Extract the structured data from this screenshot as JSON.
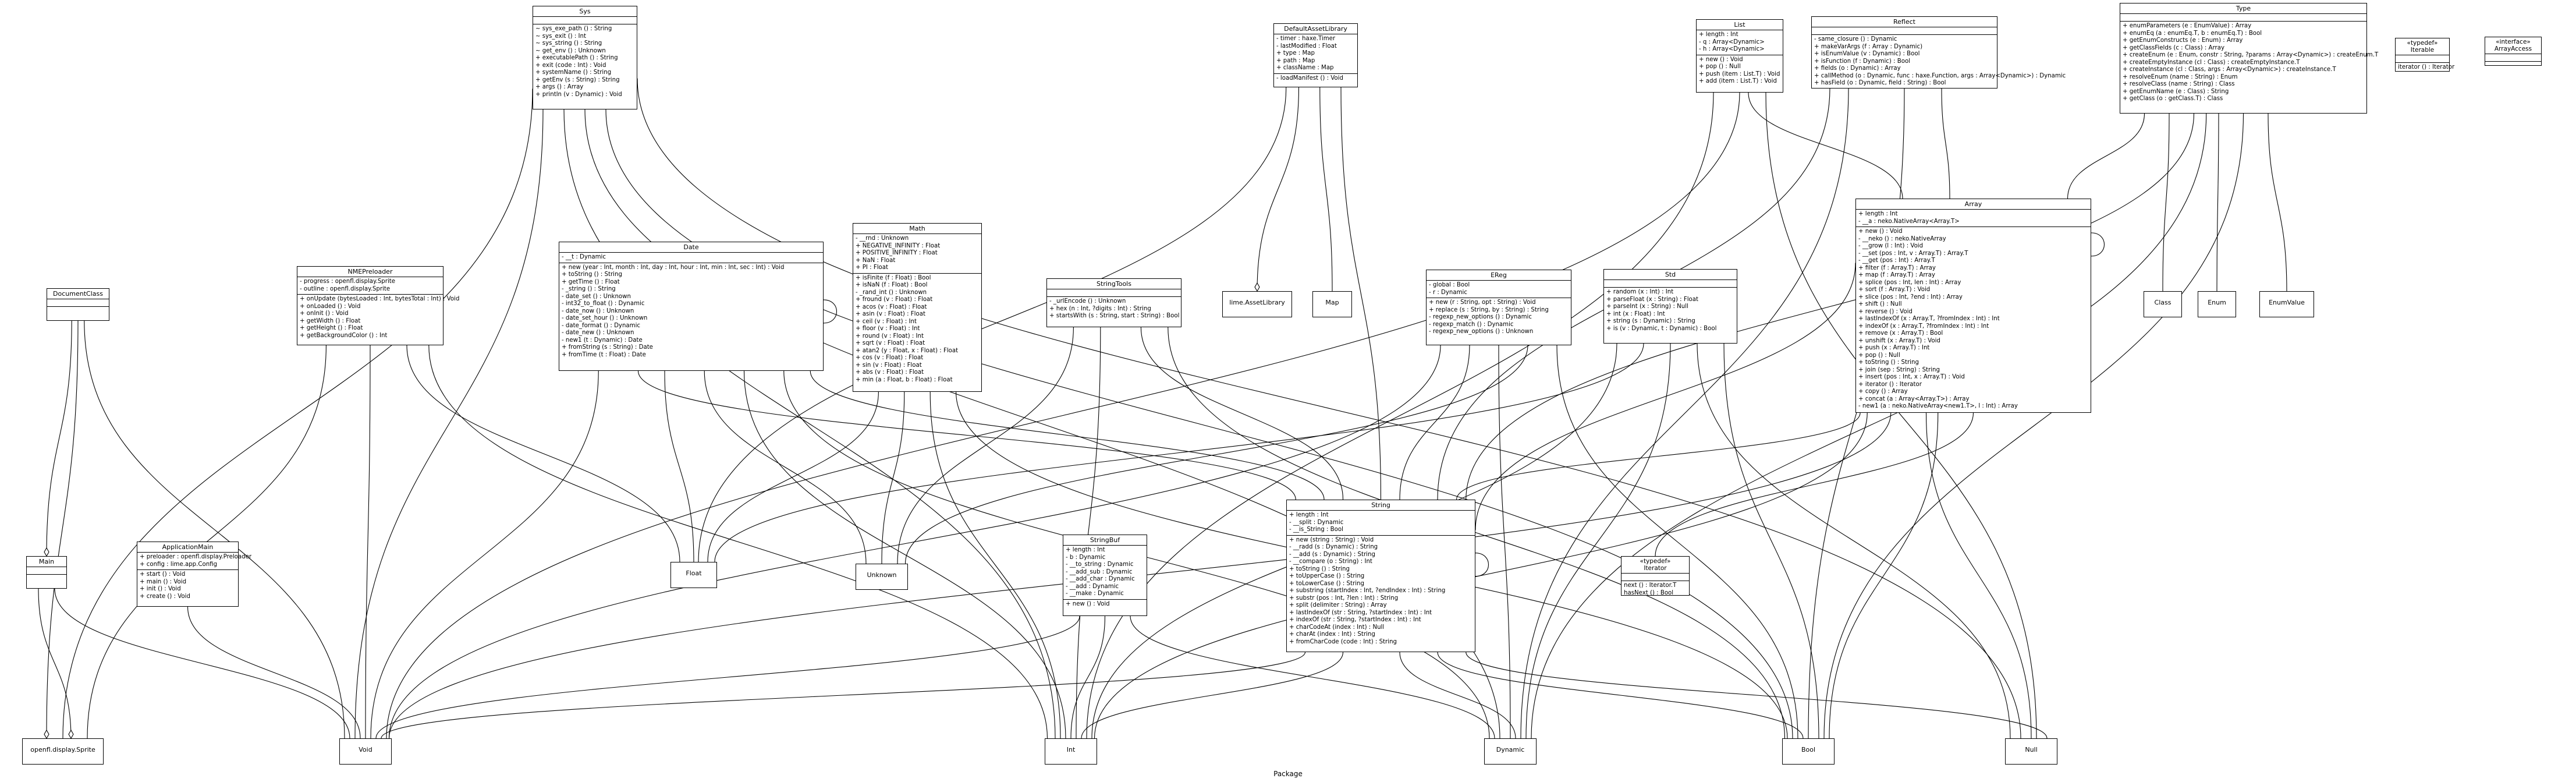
{
  "package": "Package",
  "classes": {
    "sys": {
      "name": "Sys",
      "attrs": [],
      "ops": [
        "~ sys_exe_path () : String",
        "~ sys_exit () : Int",
        "~ sys_string () : String",
        "~ get_env () : Unknown",
        "+ executablePath () : String",
        "+ exit (code : Int) : Void",
        "+ systemName () : String",
        "+ getEnv (s : String) : String",
        "+ args () : Array",
        "+ println (v : Dynamic) : Void"
      ]
    },
    "defaultassetlibrary": {
      "name": "DefaultAssetLibrary",
      "attrs": [
        "- timer : haxe.Timer",
        "- lastModified : Float",
        "+ type : Map",
        "+ path : Map",
        "+ className : Map"
      ],
      "ops": [
        "- loadManifest () : Void"
      ]
    },
    "list": {
      "name": "List",
      "attrs": [
        "+ length : Int",
        "- q : Array<Dynamic>",
        "- h : Array<Dynamic>"
      ],
      "ops": [
        "+ new () : Void",
        "+ pop () : Null",
        "+ push (item : List.T) : Void",
        "+ add (item : List.T) : Void"
      ]
    },
    "reflect": {
      "name": "Reflect",
      "attrs": [],
      "ops": [
        "- same_closure () : Dynamic",
        "+ makeVarArgs (f : Array : Dynamic)",
        "+ isEnumValue (v : Dynamic) : Bool",
        "+ isFunction (f : Dynamic) : Bool",
        "+ fields (o : Dynamic) : Array",
        "+ callMethod (o : Dynamic, func : haxe.Function, args : Array<Dynamic>) : Dynamic",
        "+ hasField (o : Dynamic, field : String) : Bool"
      ]
    },
    "type": {
      "name": "Type",
      "attrs": [],
      "ops": [
        "+ enumParameters (e : EnumValue) : Array",
        "+ enumEq (a : enumEq.T, b : enumEq.T) : Bool",
        "+ getEnumConstructs (e : Enum) : Array",
        "+ getClassFields (c : Class) : Array",
        "+ createEnum (e : Enum, constr : String, ?params : Array<Dynamic>) : createEnum.T",
        "+ createEmptyInstance (cl : Class) : createEmptyInstance.T",
        "+ createInstance (cl : Class, args : Array<Dynamic>) : createInstance.T",
        "+ resolveEnum (name : String) : Enum",
        "+ resolveClass (name : String) : Class",
        "+ getEnumName (e : Class) : String",
        "+ getClass (o : getClass.T) : Class"
      ]
    },
    "iterable": {
      "name": "Iterable",
      "stereo": "«typedef»",
      "attrs": [],
      "ops": [
        "iterator () : Iterator"
      ]
    },
    "arrayaccess": {
      "name": "ArrayAccess",
      "stereo": "«interface»",
      "attrs": [],
      "ops": []
    },
    "nmepreloader": {
      "name": "NMEPreloader",
      "attrs": [
        "- progress : openfl.display.Sprite",
        "- outline : openfl.display.Sprite"
      ],
      "ops": [
        "+ onUpdate (bytesLoaded : Int, bytesTotal : Int) : Void",
        "+ onLoaded () : Void",
        "+ onInit () : Void",
        "+ getWidth () : Float",
        "+ getHeight () : Float",
        "+ getBackgroundColor () : Int"
      ]
    },
    "date": {
      "name": "Date",
      "attrs": [
        "- __t : Dynamic"
      ],
      "ops": [
        "+ new (year : Int, month : Int, day : Int, hour : Int, min : Int, sec : Int) : Void",
        "+ toString () : String",
        "+ getTime () : Float",
        "- _string () : String",
        "- date_set () : Unknown",
        "- int32_to_float () : Dynamic",
        "- date_now () : Unknown",
        "- date_set_hour () : Unknown",
        "- date_format () : Dynamic",
        "- date_new () : Unknown",
        "- new1 (t : Dynamic) : Date",
        "+ fromString (s : String) : Date",
        "+ fromTime (t : Float) : Date"
      ]
    },
    "math": {
      "name": "Math",
      "attrs": [
        "- __rnd : Unknown",
        "+ NEGATIVE_INFINITY : Float",
        "+ POSITIVE_INFINITY : Float",
        "+ NaN : Float",
        "+ PI : Float"
      ],
      "ops": [
        "+ isFinite (f : Float) : Bool",
        "+ isNaN (f : Float) : Bool",
        "- _rand_int () : Unknown",
        "+ fround (v : Float) : Float",
        "+ acos (v : Float) : Float",
        "+ asin (v : Float) : Float",
        "+ ceil (v : Float) : Int",
        "+ floor (v : Float) : Int",
        "+ round (v : Float) : Int",
        "+ sqrt (v : Float) : Float",
        "+ atan2 (y : Float, x : Float) : Float",
        "+ cos (v : Float) : Float",
        "+ sin (v : Float) : Float",
        "+ abs (v : Float) : Float",
        "+ min (a : Float, b : Float) : Float"
      ]
    },
    "stringtools": {
      "name": "StringTools",
      "attrs": [],
      "ops": [
        "- _urlEncode () : Unknown",
        "+ hex (n : Int, ?digits : Int) : String",
        "+ startsWith (s : String, start : String) : Bool"
      ]
    },
    "ereg": {
      "name": "EReg",
      "attrs": [
        "- global : Bool",
        "- r : Dynamic"
      ],
      "ops": [
        "+ new (r : String, opt : String) : Void",
        "+ replace (s : String, by : String) : String",
        "- regexp_new_options () : Dynamic",
        "- regexp_match () : Dynamic",
        "- regexp_new_options () : Unknown"
      ]
    },
    "std": {
      "name": "Std",
      "attrs": [],
      "ops": [
        "+ random (x : Int) : Int",
        "+ parseFloat (x : String) : Float",
        "+ parseInt (x : String) : Null",
        "+ int (x : Float) : Int",
        "+ string (s : Dynamic) : String",
        "+ is (v : Dynamic, t : Dynamic) : Bool"
      ]
    },
    "array": {
      "name": "Array",
      "attrs": [
        "+ length : Int",
        "- __a : neko.NativeArray<Array.T>"
      ],
      "ops": [
        "+ new () : Void",
        "- __neko () : neko.NativeArray",
        "- __grow (l : Int) : Void",
        "- __set (pos : Int, v : Array.T) : Array.T",
        "- __get (pos : Int) : Array.T",
        "+ filter (f : Array.T) : Array",
        "+ map (f : Array.T) : Array",
        "+ splice (pos : Int, len : Int) : Array",
        "+ sort (f : Array.T) : Void",
        "+ slice (pos : Int, ?end : Int) : Array",
        "+ shift () : Null",
        "+ reverse () : Void",
        "+ lastIndexOf (x : Array.T, ?fromIndex : Int) : Int",
        "+ indexOf (x : Array.T, ?fromIndex : Int) : Int",
        "+ remove (x : Array.T) : Bool",
        "+ unshift (x : Array.T) : Void",
        "+ push (x : Array.T) : Int",
        "+ pop () : Null",
        "+ toString () : String",
        "+ join (sep : String) : String",
        "+ insert (pos : Int, x : Array.T) : Void",
        "+ iterator () : Iterator",
        "+ copy () : Array",
        "+ concat (a : Array<Array.T>) : Array",
        "- new1 (a : neko.NativeArray<new1.T>, l : Int) : Array"
      ]
    },
    "documentclass": {
      "name": "DocumentClass",
      "attrs": [],
      "ops": []
    },
    "main": {
      "name": "Main",
      "attrs": [],
      "ops": []
    },
    "applicationmain": {
      "name": "ApplicationMain",
      "attrs": [
        "+ preloader : openfl.display.Preloader",
        "+ config : lime.app.Config"
      ],
      "ops": [
        "+ start () : Void",
        "+ main () : Void",
        "+ init () : Void",
        "+ create () : Void"
      ]
    },
    "stringbuf": {
      "name": "StringBuf",
      "attrs": [
        "+ length : Int",
        "- b : Dynamic",
        "- __to_string : Dynamic",
        "- __add_sub : Dynamic",
        "- __add_char : Dynamic",
        "- __add : Dynamic",
        "- __make : Dynamic"
      ],
      "ops": [
        "+ new () : Void"
      ]
    },
    "string": {
      "name": "String",
      "attrs": [
        "+ length : Int",
        "- __split : Dynamic",
        "- __is_String : Bool"
      ],
      "ops": [
        "+ new (string : String) : Void",
        "- __radd (s : Dynamic) : String",
        "- __add (s : Dynamic) : String",
        "- __compare (o : String) : Int",
        "+ toString () : String",
        "+ toUpperCase () : String",
        "+ toLowerCase () : String",
        "+ substring (startIndex : Int, ?endIndex : Int) : String",
        "+ substr (pos : Int, ?len : Int) : String",
        "+ split (delimiter : String) : Array",
        "+ lastIndexOf (str : String, ?startIndex : Int) : Int",
        "+ indexOf (str : String, ?startIndex : Int) : Int",
        "+ charCodeAt (index : Int) : Null",
        "+ charAt (index : Int) : String",
        "+ fromCharCode (code : Int) : String"
      ]
    },
    "iterator": {
      "name": "Iterator",
      "stereo": "«typedef»",
      "attrs": [],
      "ops": [
        "next () : Iterator.T",
        "hasNext () : Bool"
      ]
    },
    "assetlibrary": {
      "name": "lime.AssetLibrary",
      "small": true
    },
    "map": {
      "name": "Map",
      "small": true
    },
    "float": {
      "name": "Float",
      "small": true
    },
    "unknown": {
      "name": "Unknown",
      "small": true
    },
    "class": {
      "name": "Class",
      "small": true
    },
    "enum": {
      "name": "Enum",
      "small": true
    },
    "enumvalue": {
      "name": "EnumValue",
      "small": true
    },
    "sprite": {
      "name": "openfl.display.Sprite",
      "small": true
    },
    "void": {
      "name": "Void",
      "small": true
    },
    "int": {
      "name": "Int",
      "small": true
    },
    "dynamic": {
      "name": "Dynamic",
      "small": true
    },
    "bool": {
      "name": "Bool",
      "small": true
    },
    "null": {
      "name": "Null",
      "small": true
    }
  }
}
